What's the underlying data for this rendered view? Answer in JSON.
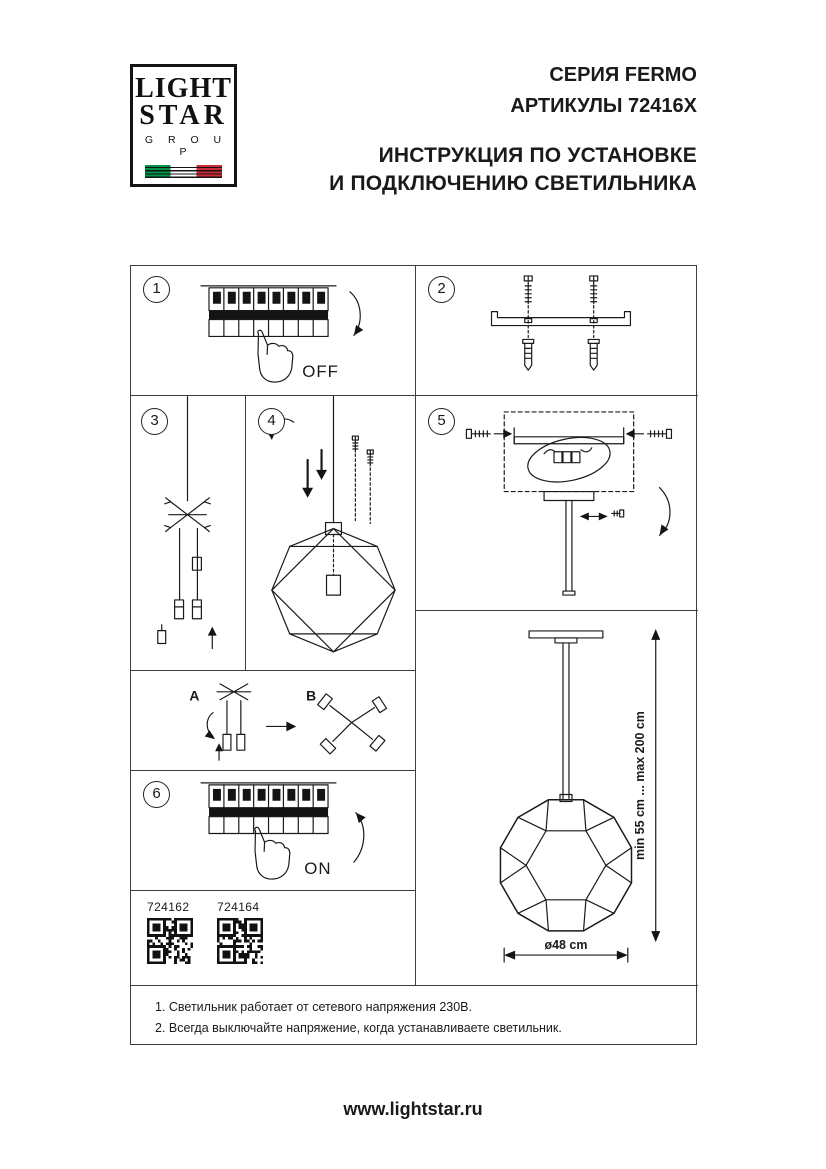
{
  "logo": {
    "line1": "LIGHT",
    "line2": "STAR",
    "line3": "G R O U P"
  },
  "header": {
    "series": "СЕРИЯ FERMO",
    "articles": "АРТИКУЛЫ 72416X",
    "title_line1": "ИНСТРУКЦИЯ ПО УСТАНОВКЕ",
    "title_line2": "И ПОДКЛЮЧЕНИЮ СВЕТИЛЬНИКА"
  },
  "steps": {
    "s1": {
      "num": "1",
      "label": "OFF"
    },
    "s2": {
      "num": "2"
    },
    "s3": {
      "num": "3"
    },
    "s4": {
      "num": "4"
    },
    "s5": {
      "num": "5"
    },
    "s6": {
      "num": "6",
      "label": "ON"
    },
    "variants": {
      "a": "A",
      "b": "B"
    }
  },
  "qr": {
    "codes": [
      "724162",
      "724164"
    ]
  },
  "dimensions": {
    "height_range": "min 55 cm ... max 200 cm",
    "diameter": "ø48 cm"
  },
  "notes": [
    "1. Светильник работает от сетевого напряжения 230В.",
    "2. Всегда выключайте напряжение, когда устанавливаете светильник."
  ],
  "footer": {
    "website": "www.lightstar.ru"
  }
}
